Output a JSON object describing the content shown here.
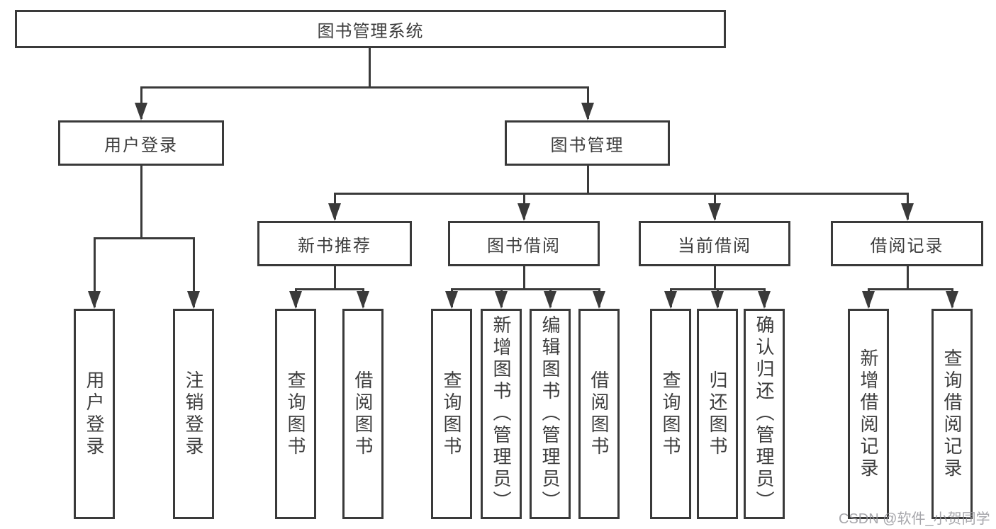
{
  "diagram": {
    "type": "hierarchy-tree",
    "root": {
      "label": "图书管理系统"
    },
    "branches": [
      {
        "label": "用户登录",
        "children": [
          {
            "label": "用户登录"
          },
          {
            "label": "注销登录"
          }
        ]
      },
      {
        "label": "图书管理",
        "children": [
          {
            "label": "新书推荐",
            "children": [
              {
                "label": "查询图书"
              },
              {
                "label": "借阅图书"
              }
            ]
          },
          {
            "label": "图书借阅",
            "children": [
              {
                "label": "查询图书"
              },
              {
                "label": "新增图书（管理员）"
              },
              {
                "label": "编辑图书（管理员）"
              },
              {
                "label": "借阅图书"
              }
            ]
          },
          {
            "label": "当前借阅",
            "children": [
              {
                "label": "查询图书"
              },
              {
                "label": "归还图书"
              },
              {
                "label": "确认归还（管理员）"
              }
            ]
          },
          {
            "label": "借阅记录",
            "children": [
              {
                "label": "新增借阅记录"
              },
              {
                "label": "查询借阅记录"
              }
            ]
          }
        ]
      }
    ]
  },
  "watermark": {
    "text": "CSDN @软件_小贺同学"
  },
  "colors": {
    "line": "#3a3a3a",
    "box_border": "#3a3a3a",
    "text": "#3d3d3d",
    "background": "#ffffff",
    "watermark": "#96979c"
  }
}
